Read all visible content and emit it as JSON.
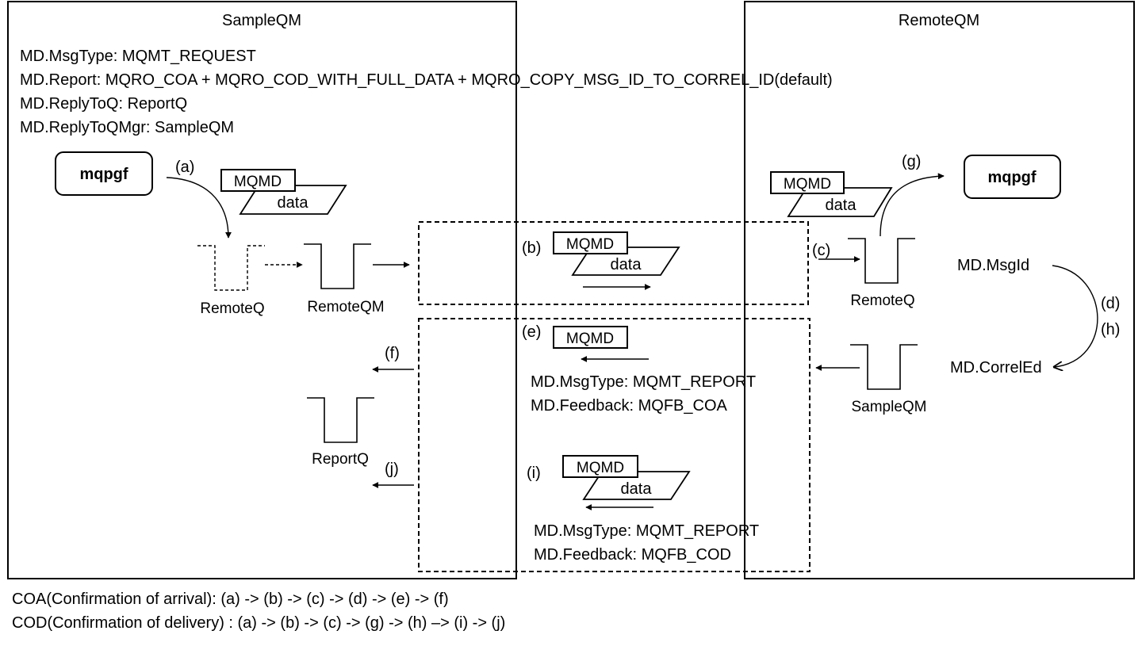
{
  "sample_qm": {
    "title": "SampleQM",
    "md_lines": [
      "MD.MsgType: MQMT_REQUEST",
      "MD.Report: MQRO_COA + MQRO_COD_WITH_FULL_DATA + MQRO_COPY_MSG_ID_TO_CORREL_ID(default)",
      "MD.ReplyToQ: ReportQ",
      "MD.ReplyToQMgr: SampleQM"
    ],
    "program": "mqpgf",
    "queues": {
      "remote_q": "RemoteQ",
      "remote_qm": "RemoteQM",
      "report_q": "ReportQ"
    }
  },
  "remote_qm": {
    "title": "RemoteQM",
    "program": "mqpgf",
    "queues": {
      "remote_q": "RemoteQ",
      "sample_qm": "SampleQM"
    },
    "msg_id": "MD.MsgId",
    "correl_id": "MD.CorrelEd"
  },
  "message": {
    "header": "MQMD",
    "body": "data"
  },
  "steps": {
    "a": "(a)",
    "b": "(b)",
    "c": "(c)",
    "d": "(d)",
    "e": "(e)",
    "f": "(f)",
    "g": "(g)",
    "h": "(h)",
    "i": "(i)",
    "j": "(j)"
  },
  "reports": {
    "coa": {
      "msg_type": "MD.MsgType: MQMT_REPORT",
      "feedback": "MD.Feedback: MQFB_COA"
    },
    "cod": {
      "msg_type": "MD.MsgType: MQMT_REPORT",
      "feedback": "MD.Feedback: MQFB_COD"
    }
  },
  "legend": {
    "coa": "COA(Confirmation of arrival): (a) -> (b) -> (c) -> (d) -> (e) -> (f)",
    "cod": "COD(Confirmation of delivery) : (a) -> (b) -> (c) -> (g) -> (h) –> (i) -> (j)"
  }
}
